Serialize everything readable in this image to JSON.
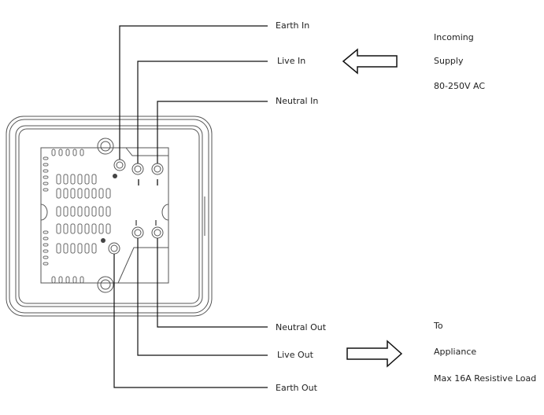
{
  "labels": {
    "earth_in": "Earth In",
    "live_in": "Live In",
    "neutral_in": "Neutral In",
    "neutral_out": "Neutral Out",
    "live_out": "Live Out",
    "earth_out": "Earth Out"
  },
  "incoming": {
    "line1": "Incoming",
    "line2": "Supply",
    "line3": "80-250V AC"
  },
  "outgoing": {
    "line1": "To",
    "line2": "Appliance",
    "line3": "Max 16A Resistive Load"
  },
  "icons": {
    "incoming_arrow": "arrow-left-outline-icon",
    "outgoing_arrow": "arrow-right-outline-icon"
  }
}
